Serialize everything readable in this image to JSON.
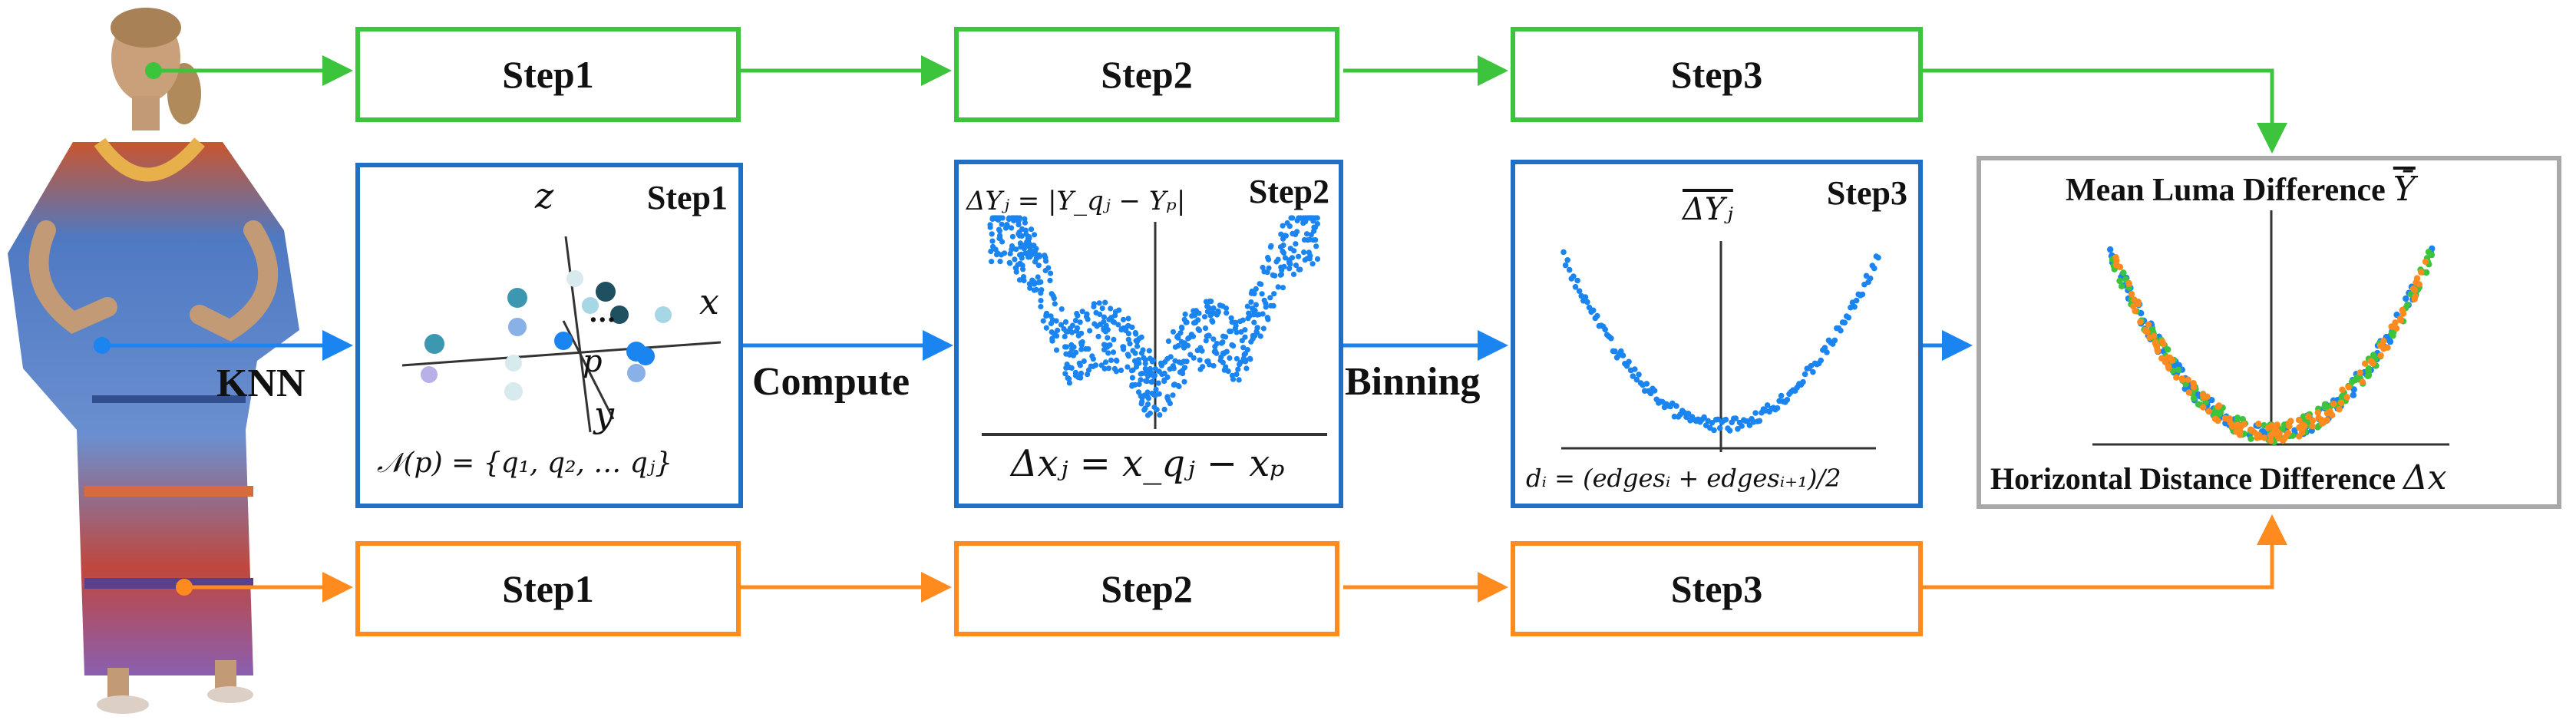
{
  "colors": {
    "green": "#3cc43c",
    "orange": "#ff8a1e",
    "blue": "#1f6fc7",
    "gray": "#a9a9a9",
    "dots": "#1a84f0"
  },
  "top_row": {
    "step1": "Step1",
    "step2": "Step2",
    "step3": "Step3"
  },
  "bottom_row": {
    "step1": "Step1",
    "step2": "Step2",
    "step3": "Step3"
  },
  "middle_row": {
    "connector_labels": {
      "knn": "KNN",
      "compute": "Compute",
      "binning": "Binning"
    },
    "panel1": {
      "title": "Step1",
      "axis_z": "z",
      "axis_x": "x",
      "axis_y": "y",
      "point_p": "p",
      "ellipsis": "...",
      "formula": "𝒩(p) = {q₁, q₂, … qⱼ}"
    },
    "panel2": {
      "title": "Step2",
      "formula_top": "ΔYⱼ = |Y_qⱼ − Yₚ|",
      "formula_bottom": "Δxⱼ = x_qⱼ − xₚ"
    },
    "panel3": {
      "title": "Step3",
      "formula_top": "ΔYⱼ",
      "formula_bottom": "dᵢ = (edgesᵢ + edgesᵢ₊₁)/2"
    },
    "result": {
      "title": "Mean Luma Difference",
      "title_symbol": "Ȳ",
      "xlabel": "Horizontal Distance Difference",
      "xlabel_symbol": "Δx"
    }
  }
}
